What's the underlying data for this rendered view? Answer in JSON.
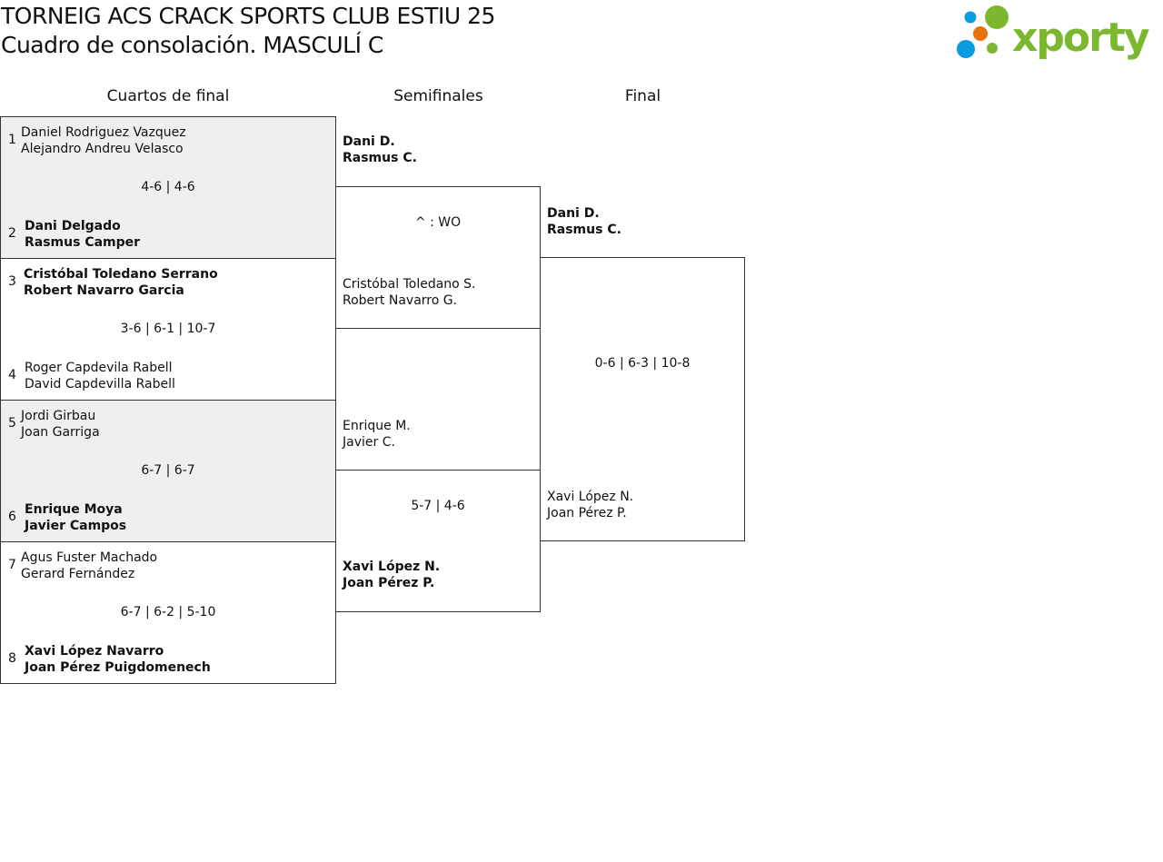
{
  "title": "TORNEIG ACS CRACK SPORTS CLUB ESTIU 25",
  "subtitle": "Cuadro de consolación. MASCULÍ C",
  "logo": {
    "text": "xporty",
    "colors": {
      "green": "#7cb82f",
      "blue": "#0a9be0",
      "orange": "#e8710a"
    }
  },
  "rounds": [
    "Cuartos de final",
    "Semifinales",
    "Final"
  ],
  "quarterfinals": [
    {
      "seed_a": "1",
      "a1": "Daniel Rodriguez Vazquez",
      "a2": "Alejandro Andreu Velasco",
      "score": "4-6 | 4-6",
      "seed_b": "2",
      "b1": "Dani Delgado",
      "b2": "Rasmus Camper",
      "winner": "b"
    },
    {
      "seed_a": "3",
      "a1": "Cristóbal Toledano Serrano",
      "a2": "Robert Navarro Garcia",
      "score": "3-6 | 6-1 | 10-7",
      "seed_b": "4",
      "b1": "Roger Capdevila Rabell",
      "b2": "David Capdevilla Rabell",
      "winner": "a"
    },
    {
      "seed_a": "5",
      "a1": "Jordi Girbau",
      "a2": "Joan Garriga",
      "score": "6-7 | 6-7",
      "seed_b": "6",
      "b1": "Enrique Moya",
      "b2": "Javier Campos",
      "winner": "b"
    },
    {
      "seed_a": "7",
      "a1": "Agus Fuster Machado",
      "a2": "Gerard Fernández",
      "score": "6-7 | 6-2 | 5-10",
      "seed_b": "8",
      "b1": "Xavi López Navarro",
      "b2": "Joan Pérez Puigdomenech",
      "winner": "b"
    }
  ],
  "semifinals": [
    {
      "a1": "Dani D.",
      "a2": "Rasmus C.",
      "score": "^ : WO",
      "b1": "Cristóbal Toledano S.",
      "b2": "Robert Navarro G.",
      "winner": "a"
    },
    {
      "a1": "Enrique M.",
      "a2": "Javier C.",
      "score": "5-7 | 4-6",
      "b1": "Xavi López N.",
      "b2": "Joan Pérez P.",
      "winner": "b"
    }
  ],
  "final": {
    "a1": "Dani D.",
    "a2": "Rasmus C.",
    "score": "0-6 | 6-3 | 10-8",
    "b1": "Xavi López N.",
    "b2": "Joan Pérez P.",
    "winner": "a"
  }
}
